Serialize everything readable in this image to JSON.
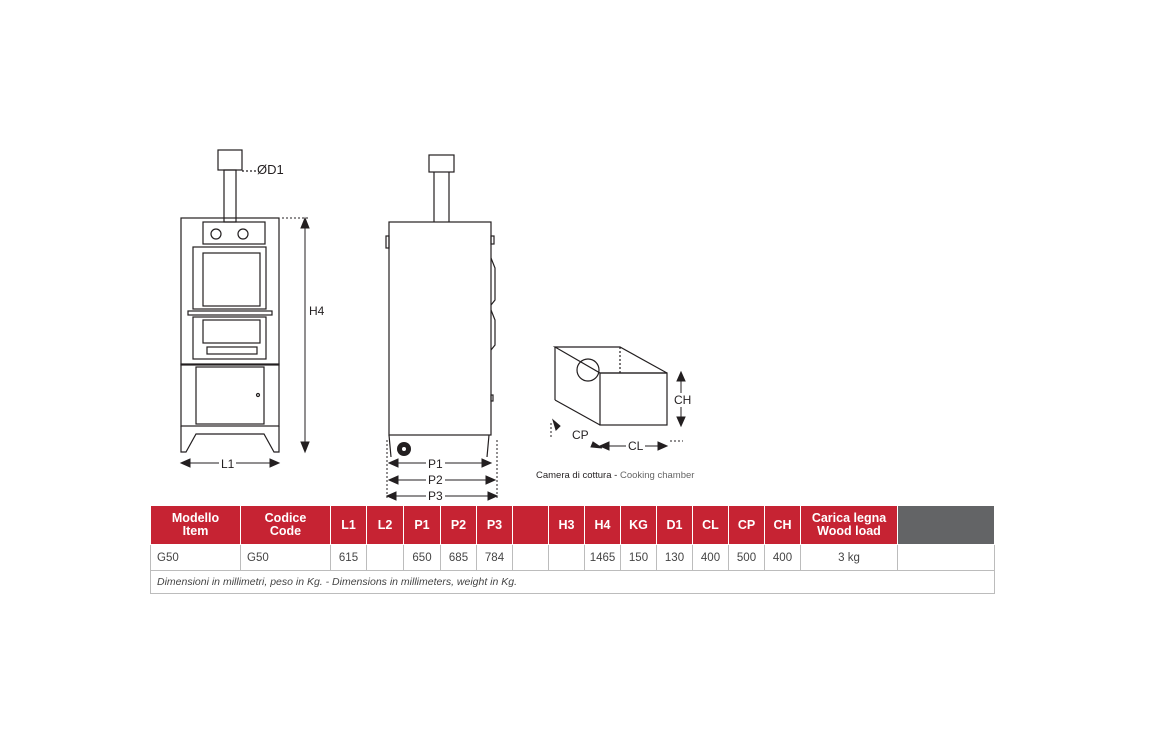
{
  "drawing_labels": {
    "d1": "ØD1",
    "h4": "H4",
    "l1": "L1",
    "p1": "P1",
    "p2": "P2",
    "p3": "P3",
    "ch": "CH",
    "cp": "CP",
    "cl": "CL"
  },
  "caption": {
    "it": "Camera di cottura",
    "sep": " - ",
    "en": "Cooking chamber"
  },
  "table": {
    "headers": {
      "model_it": "Modello",
      "model_en": "Item",
      "code_it": "Codice",
      "code_en": "Code",
      "l1": "L1",
      "l2": "L2",
      "p1": "P1",
      "p2": "P2",
      "p3": "P3",
      "blank": "",
      "h3": "H3",
      "h4": "H4",
      "kg": "KG",
      "d1": "D1",
      "cl": "CL",
      "cp": "CP",
      "ch": "CH",
      "wood_it": "Carica legna",
      "wood_en": "Wood load"
    },
    "row": {
      "model": "G50",
      "code": "G50",
      "l1": "615",
      "l2": "",
      "p1": "650",
      "p2": "685",
      "p3": "784",
      "blank": "",
      "h3": "",
      "h4": "1465",
      "kg": "150",
      "d1": "130",
      "cl": "400",
      "cp": "500",
      "ch": "400",
      "wood": "3 kg"
    },
    "note": "Dimensioni in millimetri, peso in Kg.    - Dimensions in millimeters, weight in Kg."
  },
  "colors": {
    "header_red": "#c62333",
    "header_gray": "#636466",
    "line": "#231f20"
  }
}
